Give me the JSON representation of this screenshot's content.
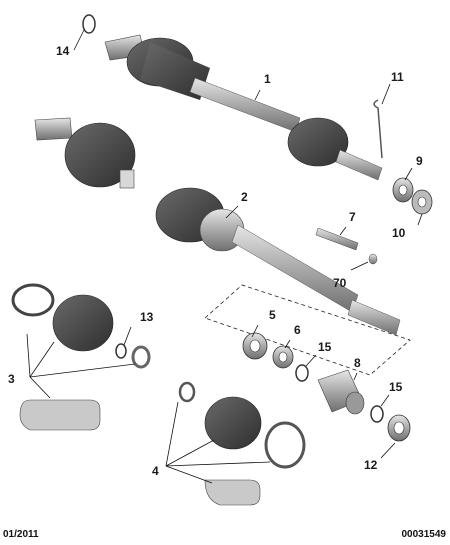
{
  "callouts": {
    "c1": "1",
    "c2": "2",
    "c3": "3",
    "c4": "4",
    "c5": "5",
    "c6": "6",
    "c7": "7",
    "c8": "8",
    "c9": "9",
    "c10": "10",
    "c11": "11",
    "c12": "12",
    "c13": "13",
    "c14": "14",
    "c15a": "15",
    "c15b": "15",
    "c70": "70"
  },
  "footer": {
    "date": "01/2011",
    "reference": "00031549"
  },
  "colors": {
    "metal": "#b8b8b8",
    "boot": "#4a4a4a",
    "line": "#111111"
  }
}
